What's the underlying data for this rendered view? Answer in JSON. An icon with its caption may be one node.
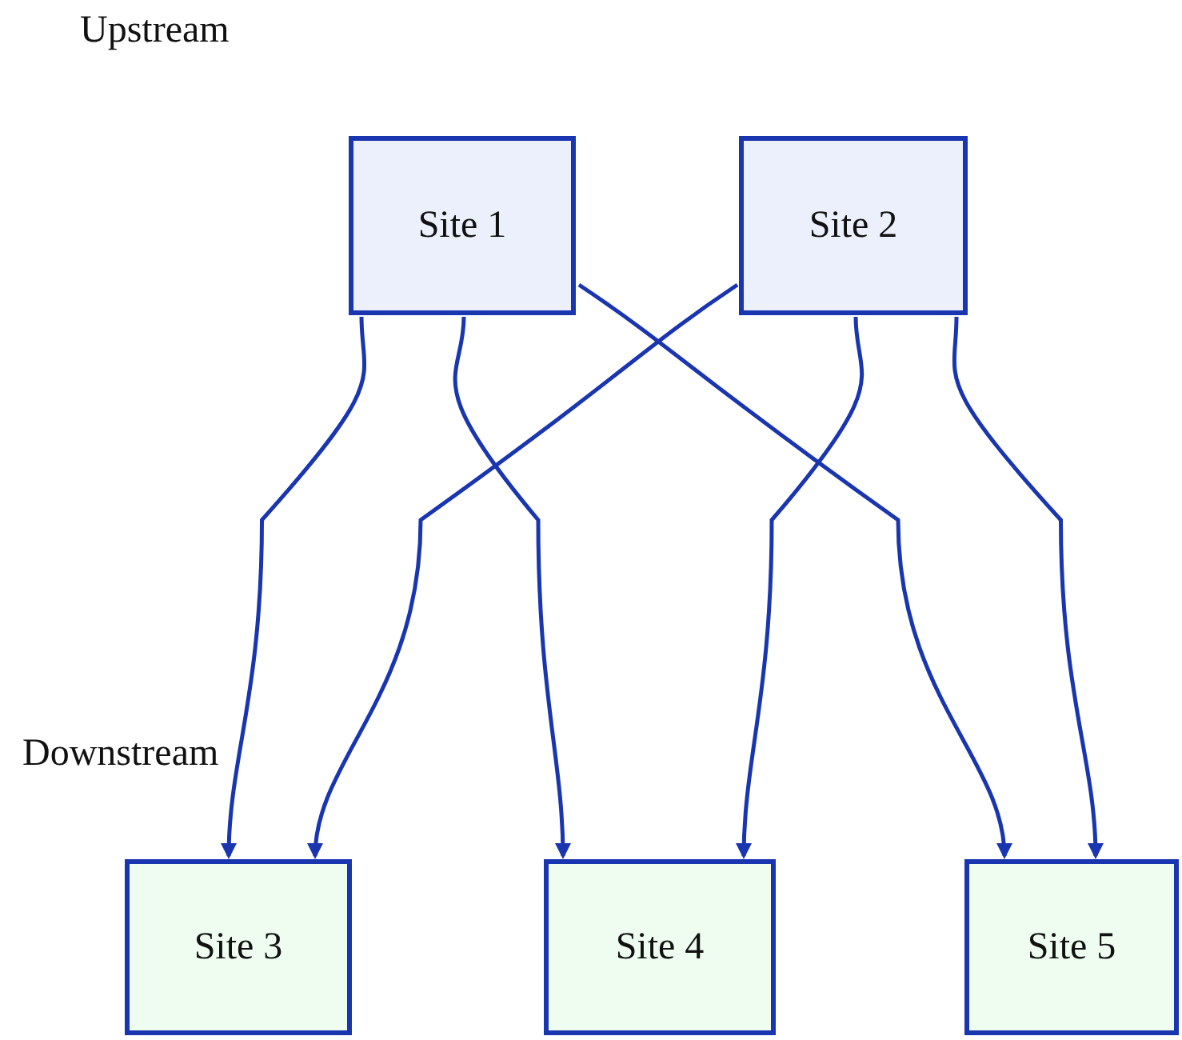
{
  "diagram": {
    "nodes": [
      {
        "text": [
          "Site 1"
        ]
      },
      {
        "text": [
          "Site 2"
        ]
      },
      {
        "text": [
          "Site 3"
        ]
      },
      {
        "text": [
          "Site 4"
        ]
      },
      {
        "text": [
          "Site 5"
        ]
      }
    ],
    "edges": [
      {
        "from": 0,
        "to": 2,
        "arrow": "to"
      },
      {
        "from": 0,
        "to": 3,
        "arrow": "to"
      },
      {
        "from": 0,
        "to": 4,
        "arrow": "to"
      },
      {
        "from": 1,
        "to": 2,
        "arrow": "to"
      },
      {
        "from": 1,
        "to": 3,
        "arrow": "to"
      },
      {
        "from": 1,
        "to": 4,
        "arrow": "to"
      }
    ],
    "labels": [
      "Upstream",
      "Downstream"
    ]
  }
}
